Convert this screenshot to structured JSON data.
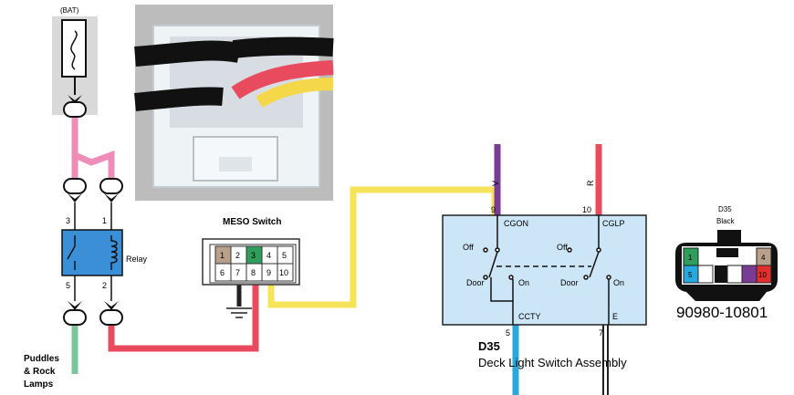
{
  "fuse": {
    "label": "(BAT)"
  },
  "relay": {
    "label": "Relay",
    "pins": {
      "p3": "3",
      "p1": "1",
      "p5": "5",
      "p2": "2"
    }
  },
  "load": {
    "label_lines": [
      "Puddles",
      "& Rock",
      "Lamps"
    ]
  },
  "meso": {
    "title": "MESO Switch",
    "pins": [
      "1",
      "2",
      "3",
      "4",
      "5",
      "6",
      "7",
      "8",
      "9",
      "10"
    ]
  },
  "switch_assembly": {
    "code": "D35",
    "name": "Deck Light Switch Assembly",
    "pins": {
      "top_left": "9",
      "top_right": "10",
      "bottom_left": "5",
      "bottom_right": "7"
    },
    "terminals": {
      "cgon": "CGON",
      "cglp": "CGLP",
      "ccty": "CCTY",
      "e": "E"
    },
    "positions": {
      "off_left": "Off",
      "off_right": "Off",
      "door_left": "Door",
      "on_left": "On",
      "door_right": "Door",
      "on_right": "On"
    },
    "wire_colors": {
      "top_left": "V",
      "top_right": "R"
    }
  },
  "connector": {
    "code": "D35",
    "color_label": "Black",
    "part_number": "90980-10801",
    "pins": [
      "1",
      "5",
      "4",
      "10"
    ]
  },
  "colors": {
    "pink": "#f08cb8",
    "red": "#e84b5e",
    "yellow": "#f5e35a",
    "purple": "#7a3b95",
    "blue": "#29a8e0",
    "green": "#7cc49a",
    "relay_fill": "#3a8fd6",
    "assembly_fill": "#cde6f7"
  }
}
